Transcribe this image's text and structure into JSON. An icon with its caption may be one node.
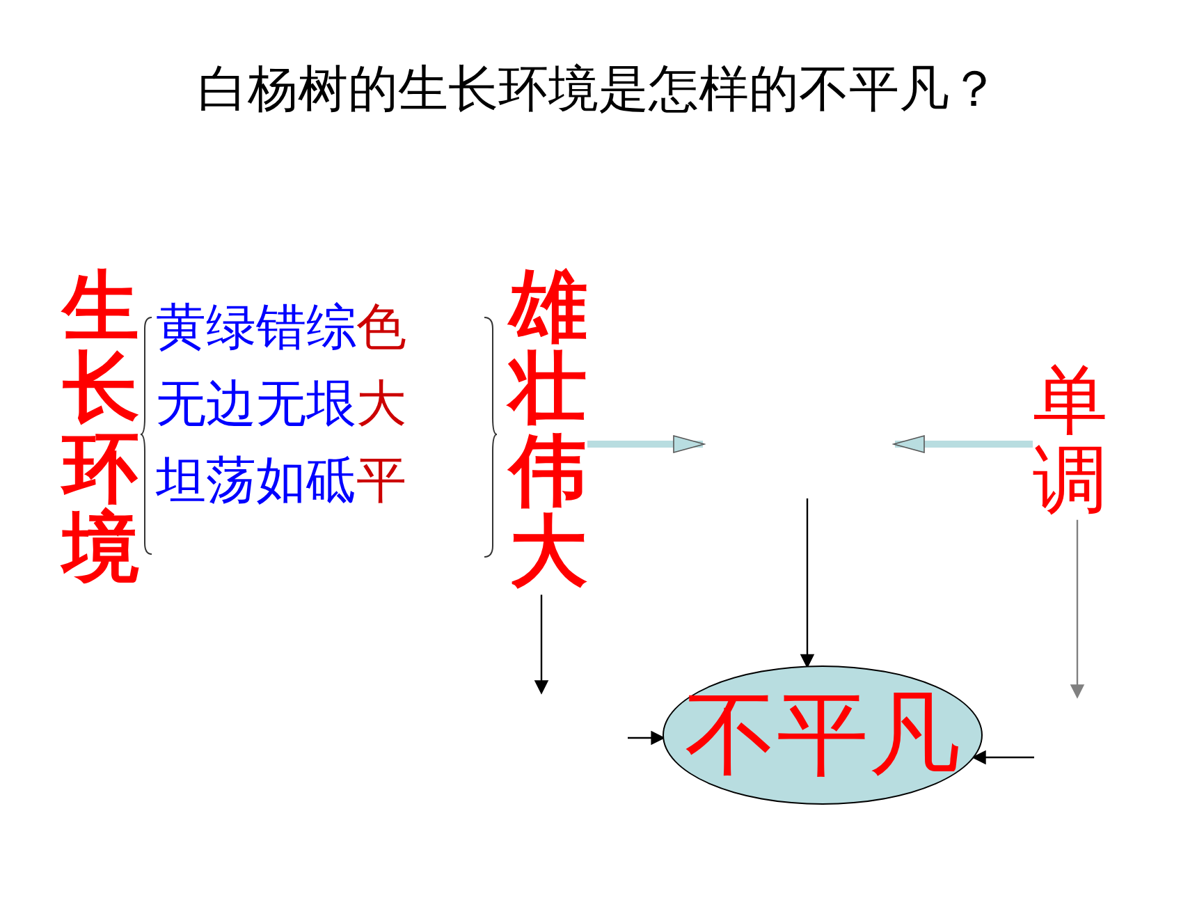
{
  "diagram": {
    "title": "白杨树的生长环境是怎样的不平凡？",
    "nodes": [
      {
        "text": [
          "生长环境"
        ]
      },
      {
        "text": [
          "黄绿错综",
          "色"
        ]
      },
      {
        "text": [
          "无边无垠",
          "大"
        ]
      },
      {
        "text": [
          "坦荡如砥",
          "平"
        ]
      },
      {
        "text": [
          "雄壮伟大"
        ]
      },
      {
        "text": [
          "单调"
        ]
      },
      {
        "text": [
          "不平凡"
        ]
      }
    ],
    "edges": [
      {
        "from": 4,
        "to": null,
        "arrow": "to",
        "style": "thick",
        "color": "#b8dde0"
      },
      {
        "from": 5,
        "to": null,
        "arrow": "to",
        "style": "thick",
        "color": "#b8dde0"
      },
      {
        "from": null,
        "to": 6,
        "arrow": "to"
      },
      {
        "from": 4,
        "to": null,
        "arrow": "to"
      },
      {
        "from": 5,
        "to": null,
        "arrow": "to",
        "color": "#808080"
      },
      {
        "from": null,
        "to": 6,
        "arrow": "to"
      },
      {
        "from": null,
        "to": 6,
        "arrow": "to"
      }
    ]
  }
}
